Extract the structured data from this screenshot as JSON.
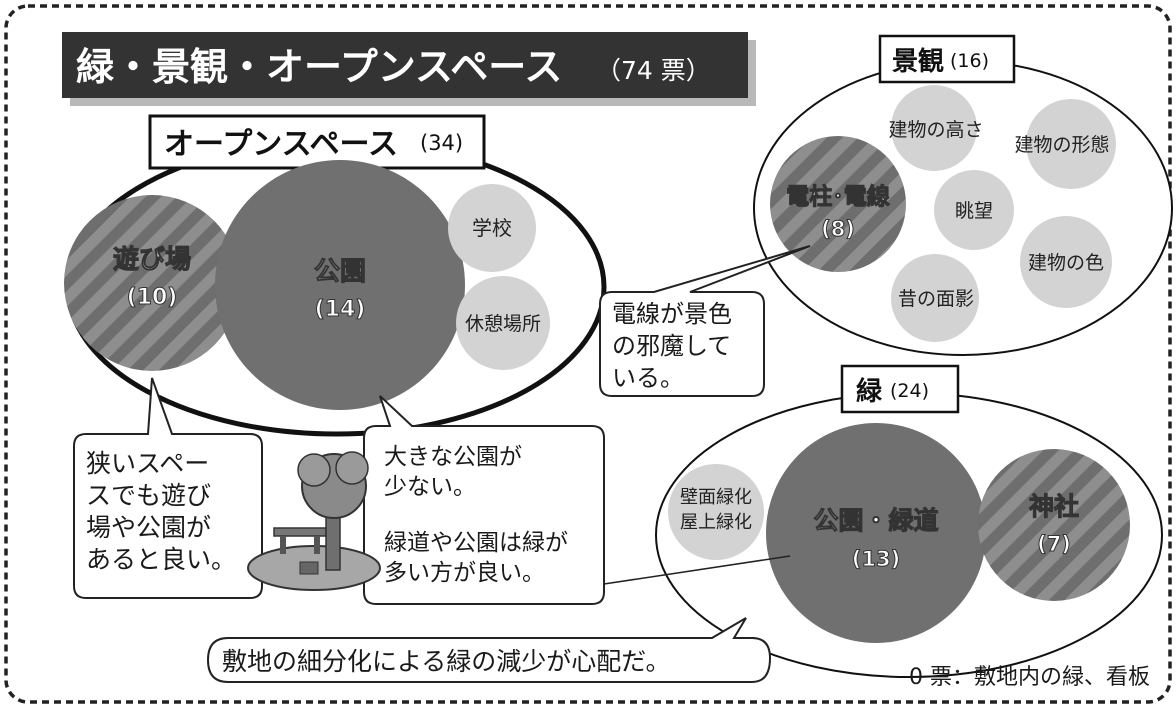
{
  "title": {
    "main": "緑・景観・オープンスペース",
    "count": "（74 票）"
  },
  "open_space": {
    "label": "オープンスペース",
    "count": "(34)",
    "items": [
      {
        "name": "遊び場",
        "count": "(10)"
      },
      {
        "name": "公園",
        "count": "(14)"
      },
      {
        "name": "学校"
      },
      {
        "name": "休憩場所"
      }
    ]
  },
  "landscape": {
    "label": "景観",
    "count": "(16)",
    "items": [
      {
        "name": "電柱･電線",
        "count": "(8)"
      },
      {
        "name": "建物の高さ"
      },
      {
        "name": "建物の形態"
      },
      {
        "name": "眺望"
      },
      {
        "name": "建物の色"
      },
      {
        "name": "昔の面影"
      }
    ]
  },
  "green": {
    "label": "緑",
    "count": "(24)",
    "items": [
      {
        "name": "公園・緑道",
        "count": "(13)"
      },
      {
        "name": "神社",
        "count": "(7)"
      },
      {
        "name_line1": "壁面緑化",
        "name_line2": "屋上緑化"
      }
    ]
  },
  "comments": {
    "narrow_space": [
      "狭いスペー",
      "スでも遊び",
      "場や公園が",
      "あると良い。"
    ],
    "big_park_1": [
      "大きな公園が",
      "少ない。"
    ],
    "big_park_2": [
      "緑道や公園は緑が",
      "多い方が良い。"
    ],
    "wire": [
      "電線が景色",
      "の邪魔して",
      "いる。"
    ],
    "subdivision": "敷地の細分化による緑の減少が心配だ。"
  },
  "footnote": "0 票：敷地内の緑、看板",
  "colors": {
    "dark_circle": "#707070",
    "light_circle": "#d3d3d3",
    "stripe_base": "#8a8a8a",
    "stripe_dark": "#6d6d6d",
    "title_bg": "#333333"
  }
}
